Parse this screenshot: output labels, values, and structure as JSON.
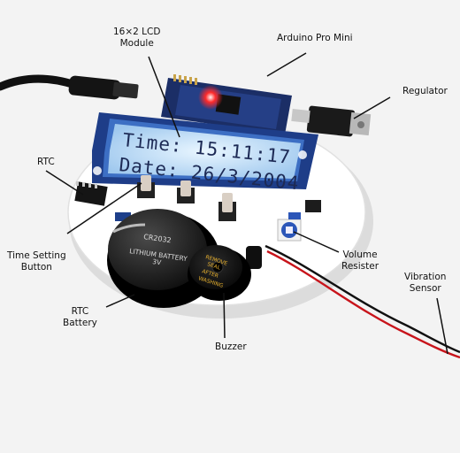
{
  "lcd": {
    "line1": "Time: 15:11:17",
    "line2": "Date: 26/3/2004"
  },
  "battery": {
    "line1": "CR2032",
    "line2": "LITHIUM BATTERY",
    "line3": "3V"
  },
  "buzzer": {
    "line1": "REMOVE",
    "line2": "SEAL",
    "line3": "AFTER",
    "line4": "WASHING"
  },
  "labels": {
    "lcd_module": {
      "line1": "16×2 LCD",
      "line2": "Module"
    },
    "arduino": "Arduino Pro Mini",
    "regulator": "Regulator",
    "rtc": "RTC",
    "time_button": {
      "line1": "Time Setting",
      "line2": "Button"
    },
    "rtc_battery": {
      "line1": "RTC",
      "line2": "Battery"
    },
    "buzzer": "Buzzer",
    "volume": {
      "line1": "Volume",
      "line2": "Resister"
    },
    "vibration": {
      "line1": "Vibration",
      "line2": "Sensor"
    }
  },
  "colors": {
    "background": "#f3f3f3",
    "board": "#ffffff",
    "pcb_blue": "#1d3f8a",
    "lcd_glow": "#cfe7ff",
    "lcd_text": "#1d2a55",
    "led_red": "#ff2a2a",
    "wire_red": "#c8141b",
    "wire_black": "#111111"
  }
}
